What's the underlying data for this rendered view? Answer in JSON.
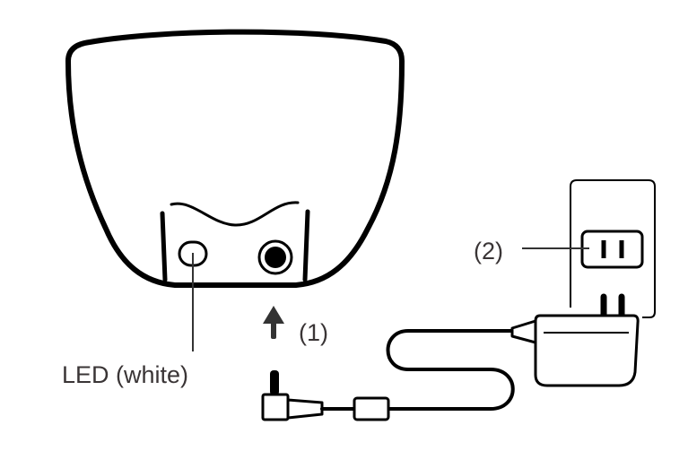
{
  "diagram": {
    "type": "connection-illustration",
    "labels": {
      "led": "LED (white)",
      "step1": "(1)",
      "step2": "(2)"
    },
    "components": [
      {
        "id": "base-unit",
        "description": "charging base seen from rear"
      },
      {
        "id": "led-indicator",
        "label": "LED (white)"
      },
      {
        "id": "dc-jack",
        "description": "DC input jack"
      },
      {
        "id": "dc-plug",
        "description": "right-angle DC plug"
      },
      {
        "id": "ferrite-core",
        "description": "cable ferrite"
      },
      {
        "id": "ac-adapter",
        "description": "AC adapter"
      },
      {
        "id": "wall-outlet",
        "description": "power outlet"
      }
    ],
    "steps": [
      {
        "number": "(1)",
        "action": "insert DC plug into jack (arrow up)"
      },
      {
        "number": "(2)",
        "action": "plug AC adapter into outlet"
      }
    ],
    "colors": {
      "stroke": "#000000",
      "text": "#3a3536",
      "arrow": "#333333",
      "background": "#ffffff"
    }
  }
}
